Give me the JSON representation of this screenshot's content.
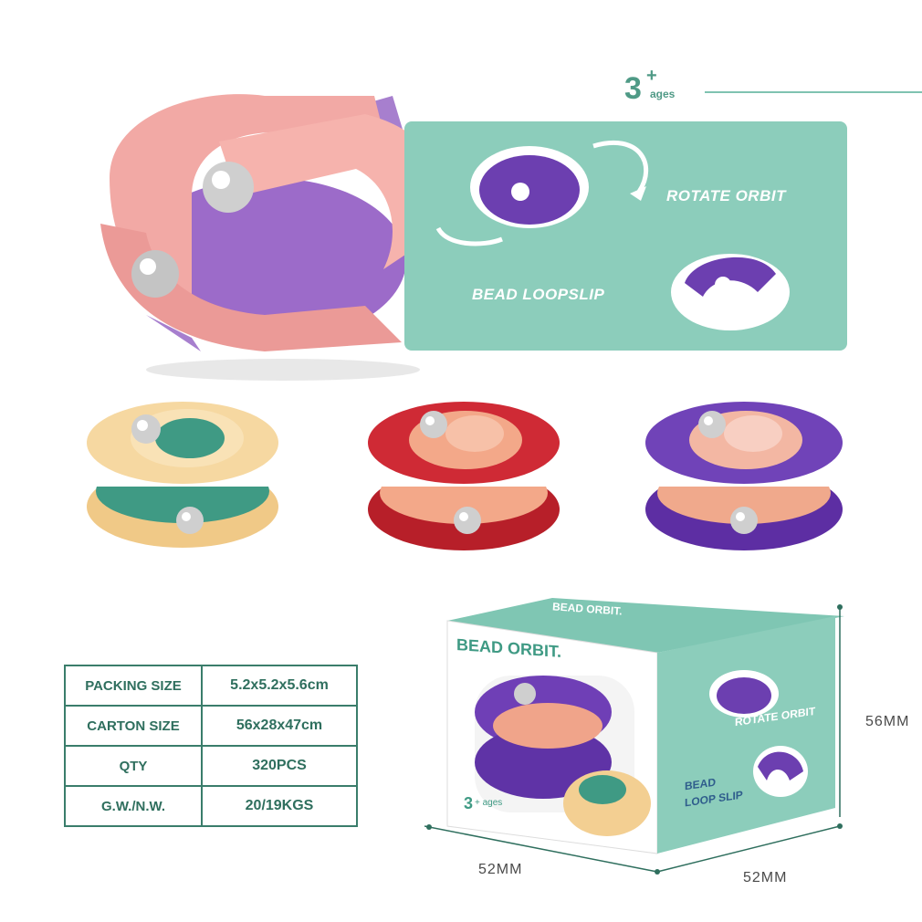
{
  "age_badge": {
    "number": "3",
    "plus": "+",
    "word": "ages"
  },
  "panel": {
    "rotate_label": "ROTATE ORBIT",
    "slip_label": "BEAD LOOPSLIP"
  },
  "specs": [
    {
      "label": "PACKING SIZE",
      "value": "5.2x5.2x5.6cm"
    },
    {
      "label": "CARTON SIZE",
      "value": "56x28x47cm"
    },
    {
      "label": "QTY",
      "value": "320PCS"
    },
    {
      "label": "G.W./N.W.",
      "value": "20/19KGS"
    }
  ],
  "box": {
    "brand": "BEAD ORBIT.",
    "top_text": "BEAD ORBIT.",
    "rotate_label": "ROTATE ORBIT",
    "slip_label_1": "BEAD",
    "slip_label_2": "LOOP SLIP",
    "age_number": "3",
    "age_word": "+ ages"
  },
  "dimensions": {
    "height": "56MM",
    "width": "52MM",
    "depth": "52MM"
  },
  "colors": {
    "panel": "#8ccdbb",
    "pink": "#f0a3a3",
    "lilac": "#9b6fc6",
    "yellow": "#f4d39a",
    "teal": "#3f9a84",
    "red": "#c9242f",
    "purple": "#6a39b0",
    "peach": "#f3a889"
  }
}
